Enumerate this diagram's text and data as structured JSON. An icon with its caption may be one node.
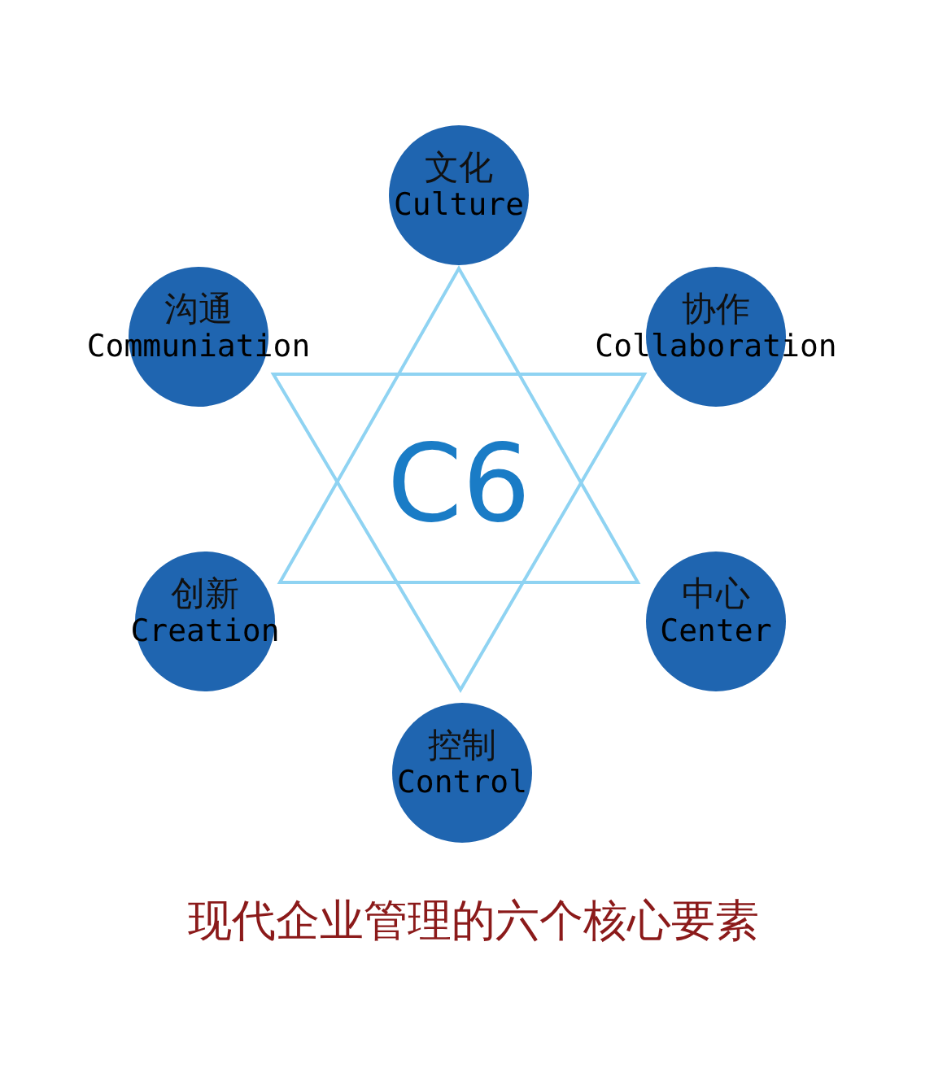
{
  "diagram": {
    "caption": "现代企业管理的六个核心要素",
    "nodes": [
      {
        "text": [
          "文化",
          "Culture"
        ]
      },
      {
        "text": [
          "沟通",
          "Communiation"
        ]
      },
      {
        "text": [
          "协作",
          "Collaboration"
        ]
      },
      {
        "text": [
          "C6"
        ]
      },
      {
        "text": [
          "创新",
          "Creation"
        ]
      },
      {
        "text": [
          "中心",
          "Center"
        ]
      },
      {
        "text": [
          "控制",
          "Control"
        ]
      }
    ]
  }
}
